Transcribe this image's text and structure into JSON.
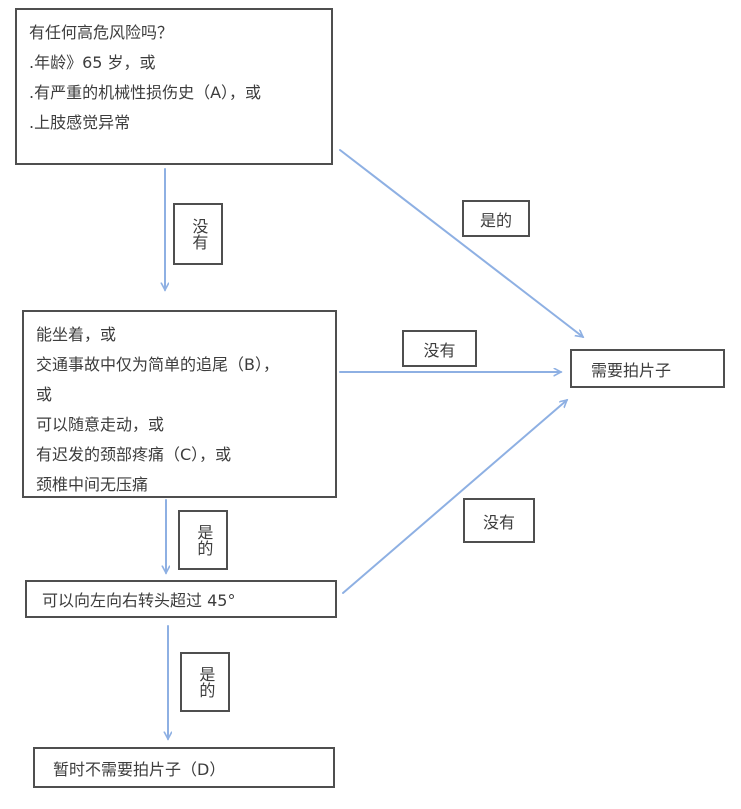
{
  "colors": {
    "arrow": "#8EB0E3",
    "box_border": "#4f4f4f",
    "text": "#3d3d3d",
    "background": "#ffffff"
  },
  "diagram": {
    "type": "flowchart",
    "nodes": [
      {
        "id": "high-risk-question",
        "text": "有任何高危风险吗？\n.年龄》65 岁，或\n.有严重的机械性损伤史（A），或\n.上肢感觉异常"
      },
      {
        "id": "low-risk-factors",
        "text": "能坐着，或\n交通事故中仅为简单的追尾（B），\n或\n可以随意走动，或\n有迟发的颈部疼痛（C），或\n颈椎中间无压痛"
      },
      {
        "id": "rotate-head-test",
        "text": "可以向左向右转头超过 45°"
      },
      {
        "id": "imaging-required",
        "text": "需要拍片子"
      },
      {
        "id": "no-imaging-needed",
        "text": "暂时不需要拍片子（D）"
      }
    ],
    "edges": [
      {
        "from": "high-risk-question",
        "to": "low-risk-factors",
        "label": "没有"
      },
      {
        "from": "high-risk-question",
        "to": "imaging-required",
        "label": "是的"
      },
      {
        "from": "low-risk-factors",
        "to": "imaging-required",
        "label": "没有"
      },
      {
        "from": "low-risk-factors",
        "to": "rotate-head-test",
        "label": "是的"
      },
      {
        "from": "rotate-head-test",
        "to": "imaging-required",
        "label": "没有"
      },
      {
        "from": "rotate-head-test",
        "to": "no-imaging-needed",
        "label": "是的"
      }
    ]
  }
}
